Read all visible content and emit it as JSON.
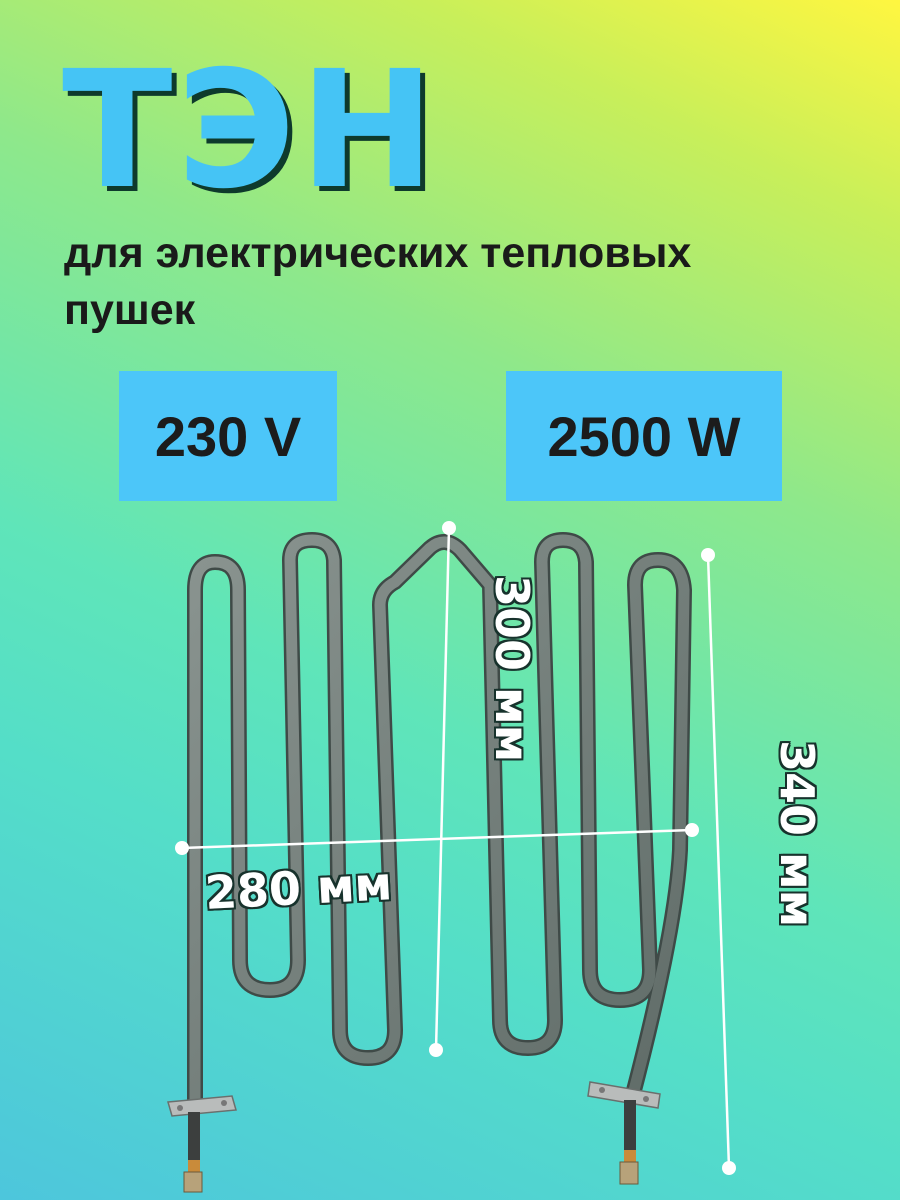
{
  "title": "ТЭН",
  "subtitle": "для электрических тепловых пушек",
  "specs": {
    "voltage": "230 V",
    "power": "2500 W"
  },
  "dimensions": {
    "height_inner": "300 мм",
    "height_total": "340 мм",
    "width": "280 мм"
  },
  "colors": {
    "title": "#45c4f5",
    "badge": "#4cc6f9",
    "element": "#6e7a76"
  }
}
